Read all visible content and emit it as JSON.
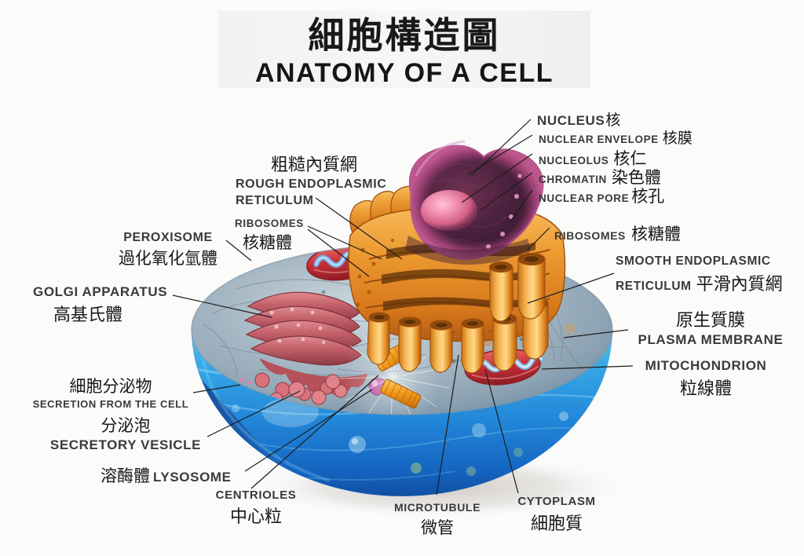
{
  "title": {
    "chinese": "細胞構造圖",
    "english": "ANATOMY OF A CELL"
  },
  "colors": {
    "background": "#fbfbfa",
    "title_text": "#191919",
    "label_en": "#3a3a3a",
    "label_cn": "#171717",
    "leader_line": "#1d1d1d",
    "cell_membrane_blue": "#1769c6",
    "cell_cytosol_blue": "#39a8e8",
    "cell_cut_surface": "#9fb0bc",
    "nucleus_purple": "#5b2747",
    "nucleolus_pink": "#e8799c",
    "er_orange": "#e8922a",
    "golgi_red": "#c05a62",
    "mitochondrion_red": "#c2323a",
    "centriole_orange": "#f0961e"
  },
  "labels": [
    {
      "key": "nucleus",
      "en": "NUCLEUS",
      "cn": "核",
      "style": "bold",
      "layout": "inline"
    },
    {
      "key": "nuclear-envelope",
      "en": "NUCLEAR ENVELOPE",
      "cn": "核膜",
      "style": "normal",
      "layout": "inline"
    },
    {
      "key": "nucleolus",
      "en": "NUCLEOLUS",
      "cn": "核仁",
      "style": "normal",
      "layout": "inline"
    },
    {
      "key": "chromatin",
      "en": "CHROMATIN",
      "cn": "染色體",
      "style": "normal",
      "layout": "inline"
    },
    {
      "key": "nuclear-pore",
      "en": "NUCLEAR PORE",
      "cn": "核孔",
      "style": "normal",
      "layout": "inline"
    },
    {
      "key": "rough-er",
      "en": "ROUGH ENDOPLASMIC RETICULUM",
      "cn": "粗糙內質網",
      "style": "normal",
      "layout": "stacked"
    },
    {
      "key": "ribosomes-left",
      "en": "RIBOSOMES",
      "cn": "核糖體",
      "style": "normal",
      "layout": "stacked"
    },
    {
      "key": "ribosomes-right",
      "en": "RIBOSOMES",
      "cn": "核糖體",
      "style": "normal",
      "layout": "inline"
    },
    {
      "key": "peroxisome",
      "en": "PEROXISOME",
      "cn": "過化氧化氫體",
      "style": "normal",
      "layout": "stacked"
    },
    {
      "key": "golgi-apparatus",
      "en": "GOLGI APPARATUS",
      "cn": "高基氏體",
      "style": "normal",
      "layout": "stacked"
    },
    {
      "key": "smooth-er",
      "en": "SMOOTH ENDOPLASMIC RETICULUM",
      "cn": "平滑內質網",
      "style": "normal",
      "layout": "stacked"
    },
    {
      "key": "plasma-membrane",
      "en": "PLASMA MEMBRANE",
      "cn": "原生質膜",
      "style": "normal",
      "layout": "stacked"
    },
    {
      "key": "mitochondrion",
      "en": "MITOCHONDRION",
      "cn": "粒線體",
      "style": "normal",
      "layout": "stacked"
    },
    {
      "key": "secretion",
      "en": "SECRETION FROM THE CELL",
      "cn": "細胞分泌物",
      "style": "normal",
      "layout": "stacked"
    },
    {
      "key": "secretory-vesicle",
      "en": "SECRETORY VESICLE",
      "cn": "分泌泡",
      "style": "normal",
      "layout": "stacked"
    },
    {
      "key": "lysosome",
      "en": "LYSOSOME",
      "cn": "溶酶體",
      "style": "normal",
      "layout": "inline"
    },
    {
      "key": "centrioles",
      "en": "CENTRIOLES",
      "cn": "中心粒",
      "style": "normal",
      "layout": "stacked"
    },
    {
      "key": "microtubule",
      "en": "MICROTUBULE",
      "cn": "微管",
      "style": "normal",
      "layout": "stacked"
    },
    {
      "key": "cytoplasm",
      "en": "CYTOPLASM",
      "cn": "細胞質",
      "style": "normal",
      "layout": "stacked"
    }
  ],
  "nucleus": {
    "en": "NUCLEUS",
    "cn": "核"
  },
  "nuclear_envelope": {
    "en": "NUCLEAR ENVELOPE",
    "cn": "核膜"
  },
  "nucleolus": {
    "en": "NUCLEOLUS",
    "cn": "核仁"
  },
  "chromatin": {
    "en": "CHROMATIN",
    "cn": "染色體"
  },
  "nuclear_pore": {
    "en": "NUCLEAR PORE",
    "cn": "核孔"
  },
  "rough_er": {
    "en1": "ROUGH ENDOPLASMIC",
    "en2": "RETICULUM",
    "cn": "粗糙內質網"
  },
  "ribosomes_left": {
    "en": "RIBOSOMES",
    "cn": "核糖體"
  },
  "ribosomes_right": {
    "en": "RIBOSOMES",
    "cn": "核糖體"
  },
  "peroxisome": {
    "en": "PEROXISOME",
    "cn": "過化氧化氫體"
  },
  "golgi": {
    "en": "GOLGI APPARATUS",
    "cn": "高基氏體"
  },
  "smooth_er": {
    "en1": "SMOOTH ENDOPLASMIC",
    "en2": "RETICULUM",
    "cn": "平滑內質網"
  },
  "plasma_membrane": {
    "en": "PLASMA MEMBRANE",
    "cn": "原生質膜"
  },
  "mitochondrion": {
    "en": "MITOCHONDRION",
    "cn": "粒線體"
  },
  "secretion": {
    "en": "SECRETION FROM THE CELL",
    "cn": "細胞分泌物"
  },
  "secretory_vesicle": {
    "en": "SECRETORY VESICLE",
    "cn": "分泌泡"
  },
  "lysosome": {
    "en": "LYSOSOME",
    "cn": "溶酶體"
  },
  "centrioles": {
    "en": "CENTRIOLES",
    "cn": "中心粒"
  },
  "microtubule": {
    "en": "MICROTUBULE",
    "cn": "微管"
  },
  "cytoplasm": {
    "en": "CYTOPLASM",
    "cn": "細胞質"
  }
}
